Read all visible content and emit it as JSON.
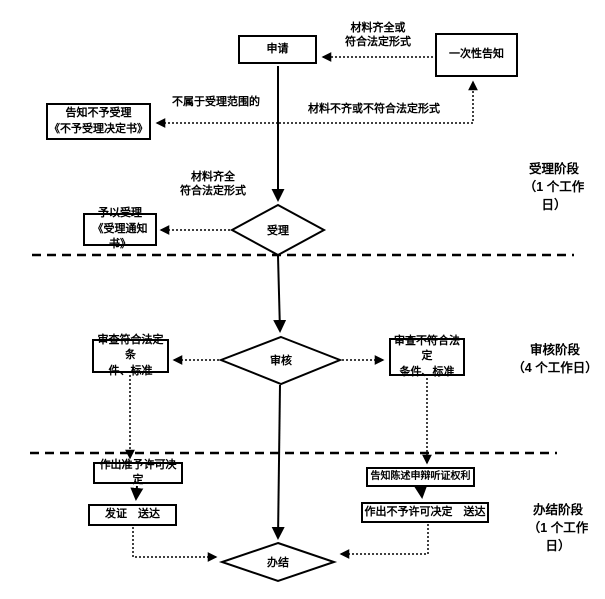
{
  "nodes": {
    "apply": "申请",
    "one_time_notice": "一次性告知",
    "reject_notice": "告知不予受理\n《不予受理决定书》",
    "accept_notice": "予以受理\n《受理通知书》",
    "accept": "受理",
    "review": "审核",
    "review_pass": "审查符合法定条\n件、标准",
    "review_fail": "审查不符合法定\n条件、标准",
    "grant_decision": "作出准予许可决定",
    "issue_deliver": "发证　送达",
    "hearing_rights": "告知陈述申辩听证权利",
    "deny_deliver": "作出不予许可决定　送达",
    "finish": "办结"
  },
  "edge_labels": {
    "materials_complete_top": "材料齐全或\n符合法定形式",
    "not_in_scope": "不属于受理范围的",
    "materials_incomplete": "材料不齐或不符合法定形式",
    "materials_complete_mid": "材料齐全\n符合法定形式"
  },
  "stage_labels": {
    "accept_stage": "受理阶段\n（1 个工作\n日）",
    "review_stage": "审核阶段\n（4 个工作日）",
    "finish_stage": "办结阶段\n（1 个工作\n日）"
  },
  "colors": {
    "line": "#000000",
    "background": "#ffffff"
  }
}
